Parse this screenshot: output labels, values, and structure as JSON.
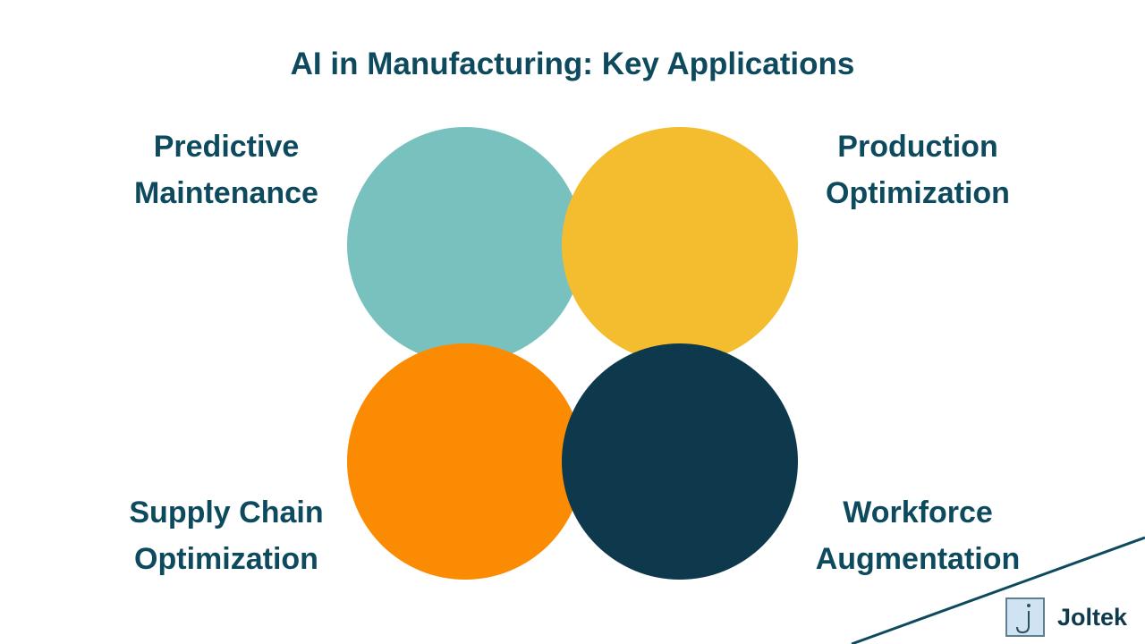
{
  "title": "AI in Manufacturing: Key Applications",
  "quadrants": [
    {
      "line1": "Predictive",
      "line2": "Maintenance",
      "color": "#79c1be"
    },
    {
      "line1": "Production",
      "line2": "Optimization",
      "color": "#f4bd2f"
    },
    {
      "line1": "Supply Chain",
      "line2": "Optimization",
      "color": "#fb8b02"
    },
    {
      "line1": "Workforce",
      "line2": "Augmentation",
      "color": "#0e384b"
    }
  ],
  "brand": {
    "name": "Joltek",
    "logo_letter": "j"
  },
  "colors": {
    "heading": "#0e4a5e",
    "stripe": "#0e4a5e"
  }
}
